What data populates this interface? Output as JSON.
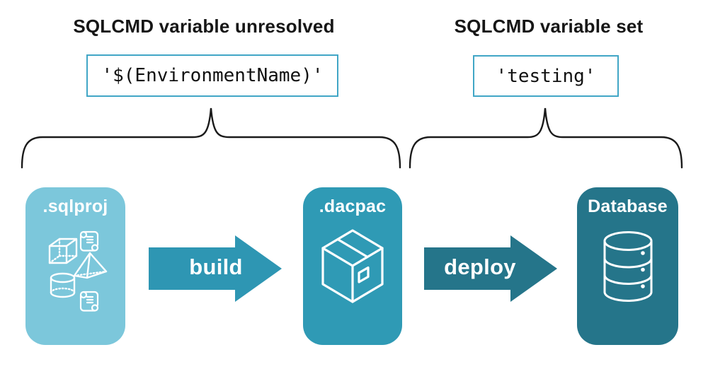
{
  "annotations": {
    "left": {
      "title": "SQLCMD variable unresolved",
      "value": "'$(EnvironmentName)'"
    },
    "right": {
      "title": "SQLCMD variable set",
      "value": "'testing'"
    }
  },
  "pipeline": {
    "source": {
      "label": ".sqlproj",
      "icon": "sql-objects-icon",
      "color": "#7cc7db"
    },
    "build": {
      "label": "build",
      "color": "#2e96b3"
    },
    "artifact": {
      "label": ".dacpac",
      "icon": "package-icon",
      "color": "#2f9ab5"
    },
    "deploy": {
      "label": "deploy",
      "color": "#25758a"
    },
    "target": {
      "label": "Database",
      "icon": "database-icon",
      "color": "#25758a"
    }
  },
  "colors": {
    "background": "#ffffff",
    "code_box_border": "#41a6c6",
    "brace_stroke": "#1b1b1b",
    "heading_text": "#161616",
    "icon_stroke": "#ffffff"
  }
}
